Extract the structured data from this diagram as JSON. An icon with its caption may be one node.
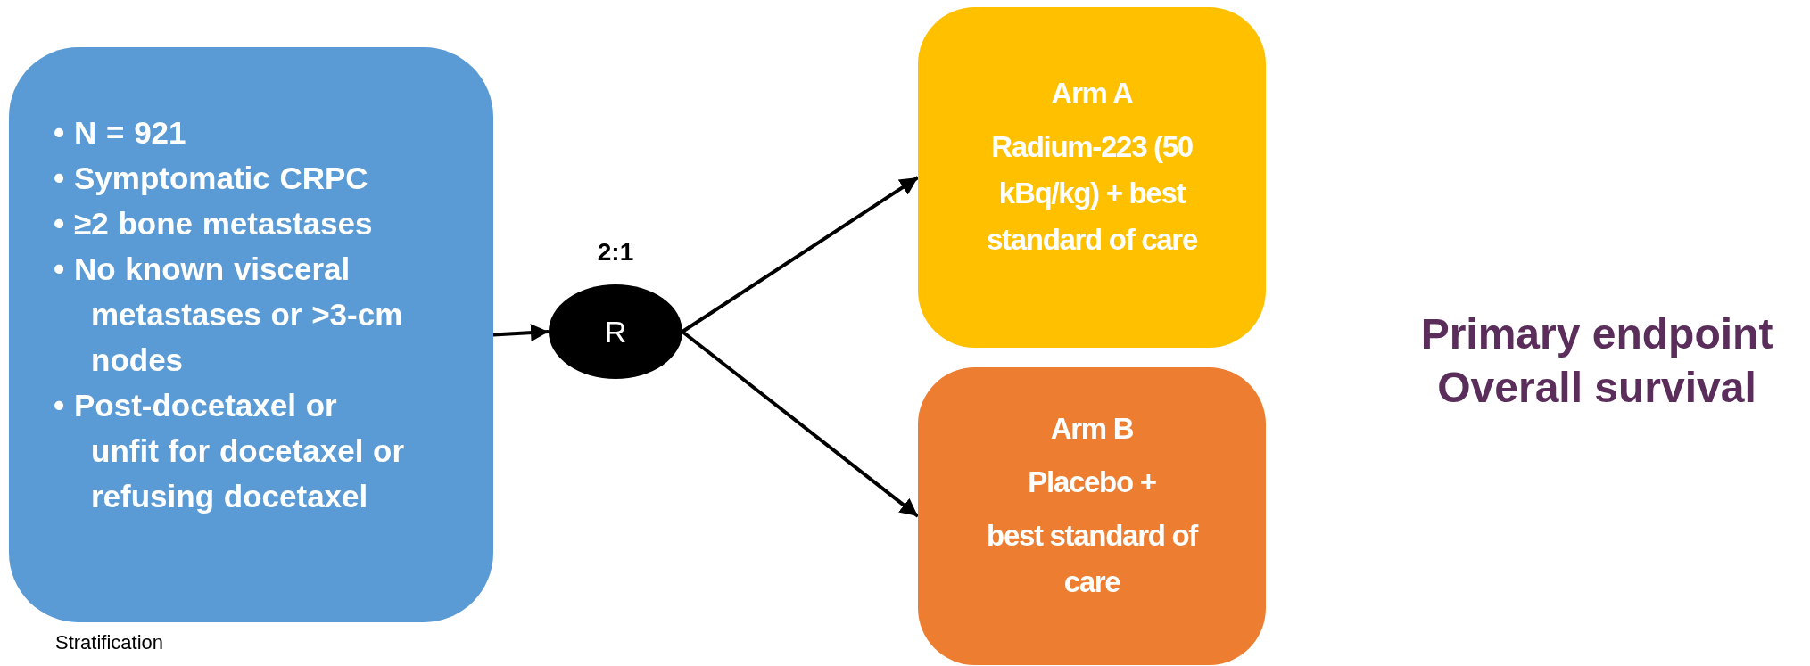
{
  "diagram": {
    "nodes": [
      {
        "text": [
          "• N = 921",
          "• Symptomatic CRPC",
          "• ≥2 bone metastases",
          "• No known visceral metastases or >3-cm nodes",
          "• Post-docetaxel or unfit for docetaxel or refusing docetaxel"
        ]
      },
      {
        "text": [
          "R"
        ],
        "beside": [
          "2:1"
        ]
      },
      {
        "text": [
          "Arm A",
          "Radium-223 (50 kBq/kg) + best standard of care"
        ]
      },
      {
        "text": [
          "Arm B",
          "Placebo +",
          "best standard of care"
        ]
      }
    ],
    "edges": [
      {
        "from": 0,
        "to": 1,
        "arrow": "to"
      },
      {
        "from": 1,
        "to": 2,
        "arrow": "to"
      },
      {
        "from": 1,
        "to": 3,
        "arrow": "to"
      }
    ],
    "labels": [
      "Primary endpoint",
      "Overall survival",
      "Stratification"
    ]
  }
}
